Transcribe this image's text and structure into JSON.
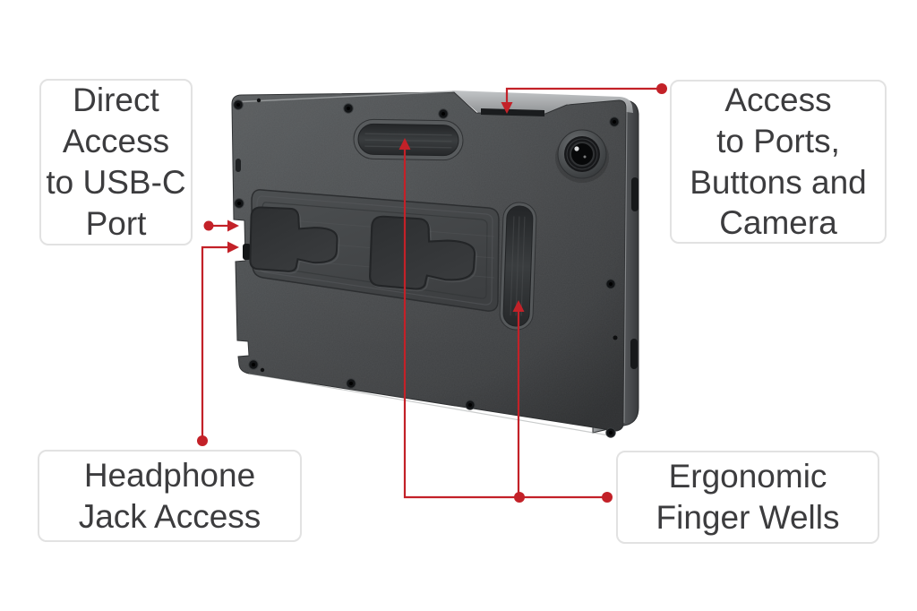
{
  "figure": {
    "type": "product-feature-callout-diagram",
    "subject": "rugged tablet case rear view"
  },
  "colors": {
    "accent_red": "#c32128",
    "case_body": "#47494b",
    "case_edge": "#7c7f81",
    "callout_border": "#e2e2e2",
    "callout_text": "#3c3c3e",
    "background": "#ffffff"
  },
  "callouts": [
    {
      "id": "usb-c-port",
      "label": "Direct\nAccess\nto USB-C\nPort"
    },
    {
      "id": "ports-buttons-camera",
      "label": "Access\nto Ports,\nButtons and\nCamera"
    },
    {
      "id": "headphone-jack",
      "label": "Headphone\nJack Access"
    },
    {
      "id": "ergonomic-finger-wells",
      "label": "Ergonomic\nFinger Wells"
    }
  ],
  "device_features": [
    "horizontal-finger-well",
    "vertical-finger-well",
    "left-dogbone-finger-well",
    "right-dogbone-finger-well",
    "rear-camera-opening",
    "top-ports-recess",
    "usb-c-edge-cutout",
    "headphone-jack-edge-cutout"
  ]
}
